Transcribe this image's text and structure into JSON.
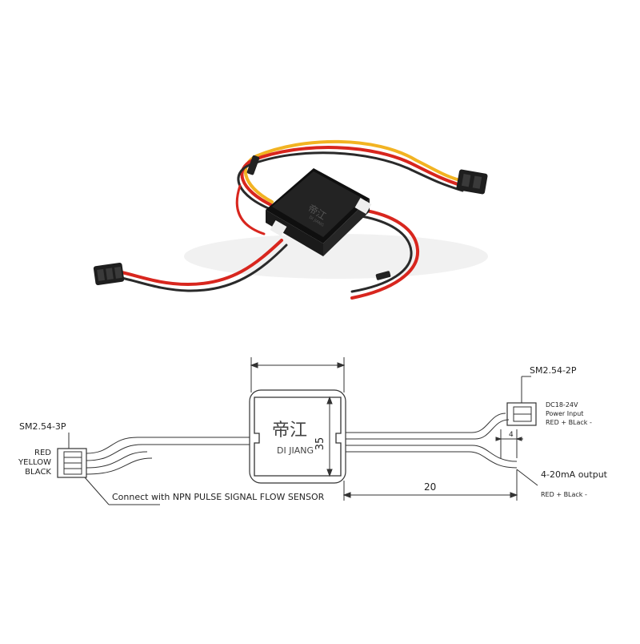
{
  "photo": {
    "module_logo_cn": "帝江",
    "module_logo_en": "DI JIANG",
    "colors": {
      "red_wire": "#d8261e",
      "yellow_wire": "#f2b322",
      "black_wire": "#2a2a2a",
      "housing": "#1c1c1c"
    }
  },
  "drawing": {
    "left_connector": {
      "model": "SM2.54-3P",
      "pins": [
        "RED",
        "YELLOW",
        "BLACK"
      ]
    },
    "right_connector": {
      "model": "SM2.54-2P",
      "spec": "DC18-24V",
      "function": "Power Input",
      "polarity": "RED + BLack -"
    },
    "module": {
      "logo_cn": "帝江",
      "logo_en": "DI JIANG",
      "height_dim": "35"
    },
    "callout_sensor": "Connect with NPN PULSE SIGNAL FLOW SENSOR",
    "output": {
      "label": "4-20mA output",
      "polarity": "RED + BLack -"
    },
    "dim_lead": "20",
    "dim_strip": "4"
  }
}
